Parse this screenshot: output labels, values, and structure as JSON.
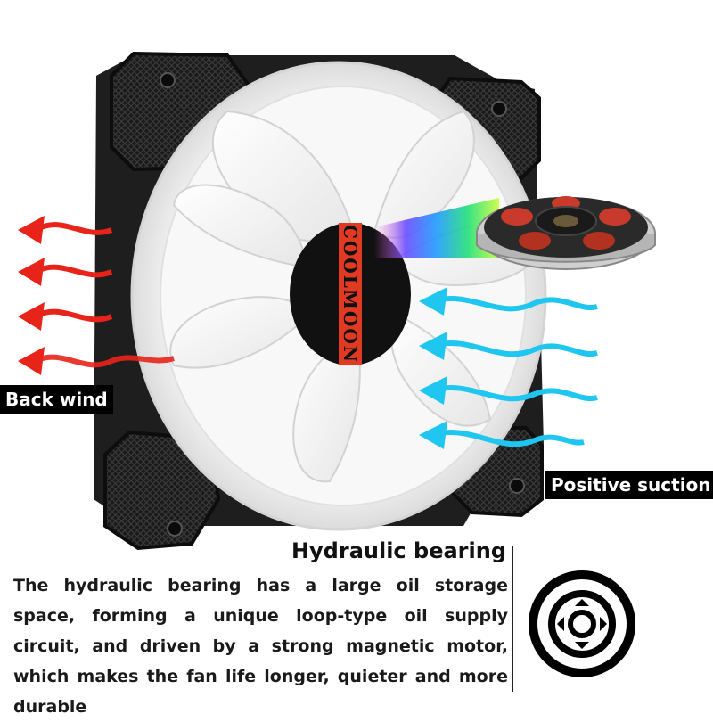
{
  "product": {
    "brand": "COOLMOON"
  },
  "labels": {
    "back_wind": "Back wind",
    "positive_suction": "Positive suction"
  },
  "feature": {
    "title": "Hydraulic bearing",
    "description": "The hydraulic bearing has a large oil storage space, forming a unique loop-type oil supply circuit, and driven by a strong magnetic motor, which makes the fan life longer, quieter and more durable"
  },
  "colors": {
    "back_wind_arrow": "#e8241a",
    "suction_arrow": "#1fc6ef",
    "hub_stripe": "#e03a22",
    "frame": "#1e1e1e"
  },
  "icons": {
    "bearing": "hydraulic-bearing-icon"
  }
}
